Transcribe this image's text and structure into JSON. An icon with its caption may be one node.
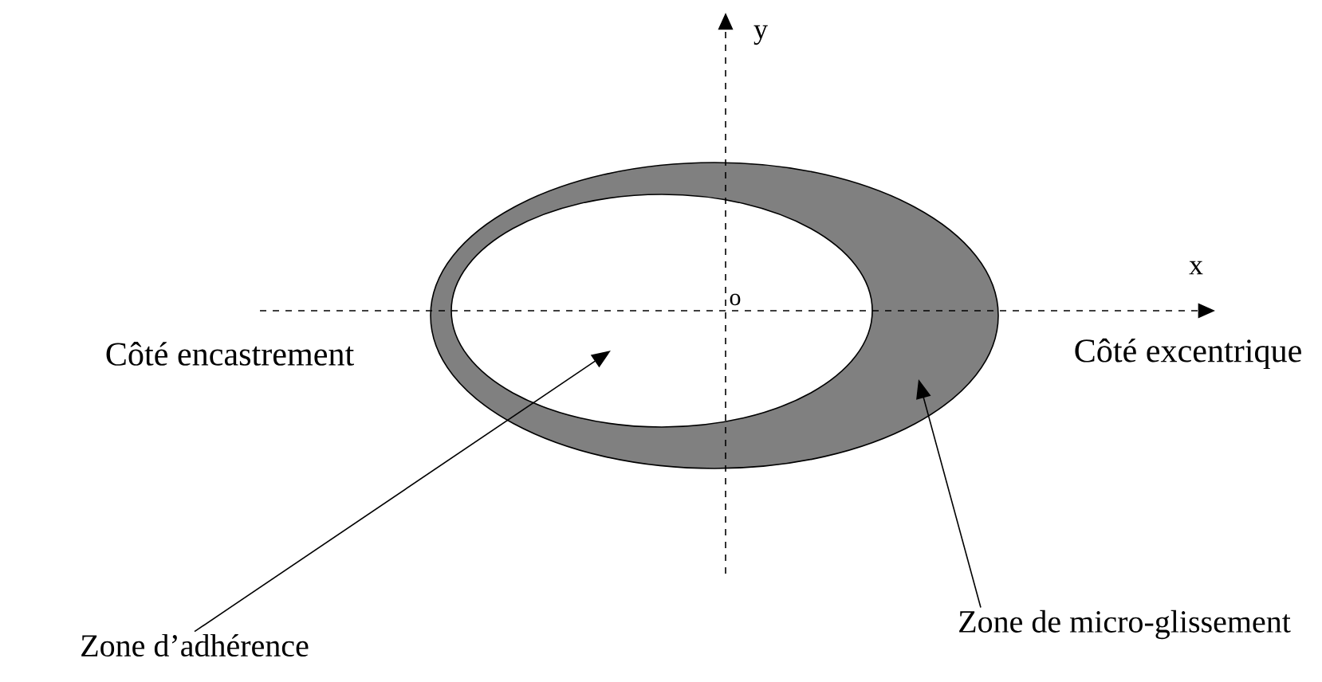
{
  "diagram": {
    "nodes": [
      {
        "text": [],
        "shape": "ellipse"
      },
      {
        "text": [],
        "shape": "ellipse",
        "in": 0
      },
      {
        "text": [
          "Zone d’adhérence"
        ]
      },
      {
        "text": [
          "Zone de micro-glissement"
        ]
      }
    ],
    "edges": [
      {
        "from": 2,
        "to": 1,
        "arrow": "to"
      },
      {
        "from": 3,
        "to": 0,
        "arrow": "to"
      }
    ],
    "labels": [
      "y",
      "x",
      "o",
      "Côté encastrement",
      "Côté excentrique"
    ]
  }
}
